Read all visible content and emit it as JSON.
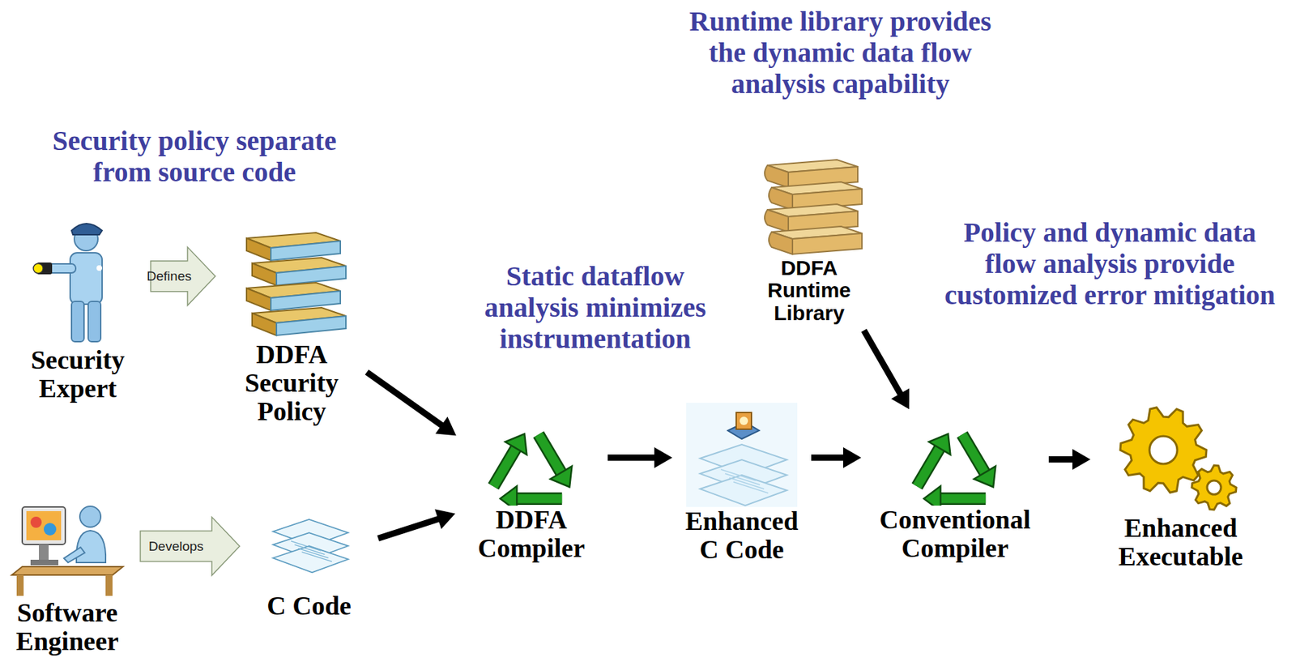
{
  "diagram": {
    "nodes": [
      {
        "text": [
          "Security Expert"
        ]
      },
      {
        "text": [
          "DDFA Security Policy"
        ]
      },
      {
        "text": [
          "Software Engineer"
        ]
      },
      {
        "text": [
          "C Code"
        ]
      },
      {
        "text": [
          "DDFA Compiler"
        ]
      },
      {
        "text": [
          "Enhanced C Code"
        ]
      },
      {
        "text": [
          "DDFA Runtime Library"
        ]
      },
      {
        "text": [
          "Conventional Compiler"
        ]
      },
      {
        "text": [
          "Enhanced Executable"
        ]
      }
    ],
    "edges": [
      {
        "from": 0,
        "to": 1,
        "arrow": "to",
        "label": "Defines"
      },
      {
        "from": 2,
        "to": 3,
        "arrow": "to",
        "label": "Develops"
      },
      {
        "from": 1,
        "to": 4,
        "arrow": "to"
      },
      {
        "from": 3,
        "to": 4,
        "arrow": "to"
      },
      {
        "from": 4,
        "to": 5,
        "arrow": "to"
      },
      {
        "from": 5,
        "to": 7,
        "arrow": "to"
      },
      {
        "from": 6,
        "to": 7,
        "arrow": "to"
      },
      {
        "from": 7,
        "to": 8,
        "arrow": "to"
      }
    ],
    "labels": [
      "Security policy separate from source code",
      "Runtime library provides the dynamic data flow analysis capability",
      "Static dataflow analysis minimizes instrumentation",
      "Policy and dynamic data flow analysis provide customized error mitigation"
    ]
  }
}
